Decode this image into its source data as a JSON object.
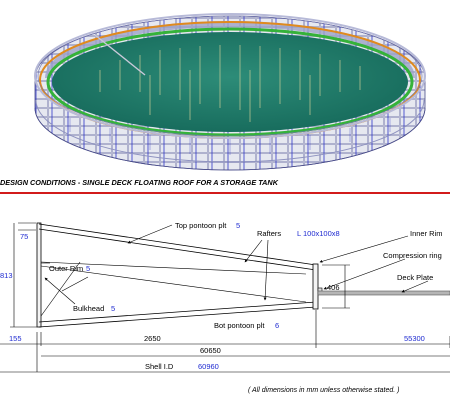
{
  "heading": "DESIGN CONDITIONS - SINGLE DECK FLOATING ROOF FOR A STORAGE TANK",
  "labels": {
    "top_pontoon_plt": "Top pontoon plt",
    "top_pontoon_plt_value": "5",
    "rafters": "Rafters",
    "rafters_value": "L 100x100x8",
    "inner_rim": "Inner Rim",
    "compression_ring": "Compression ring",
    "deck_plate": "Deck Plate",
    "outer_rim": "Outer Rim",
    "outer_rim_value": "5",
    "bulkhead": "Bulkhead",
    "bulkhead_value": "5",
    "bot_pontoon_plt": "Bot pontoon plt",
    "bot_pontoon_plt_value": "6",
    "shell_id": "Shell I.D"
  },
  "dimensions": {
    "d75": "75",
    "d813": "813",
    "d406": "406",
    "d155": "155",
    "d2650": "2650",
    "d55300": "55300",
    "d60650": "60650",
    "d60960": "60960"
  },
  "note": "( All dimensions in mm unless otherwise stated. )",
  "colors": {
    "heading_rule": "#d21b1b",
    "dimension_text": "#1f2bd1",
    "deck_fill": "#1d7a6a",
    "rim_orange": "#e08a1e",
    "rim_green": "#35b23a"
  }
}
